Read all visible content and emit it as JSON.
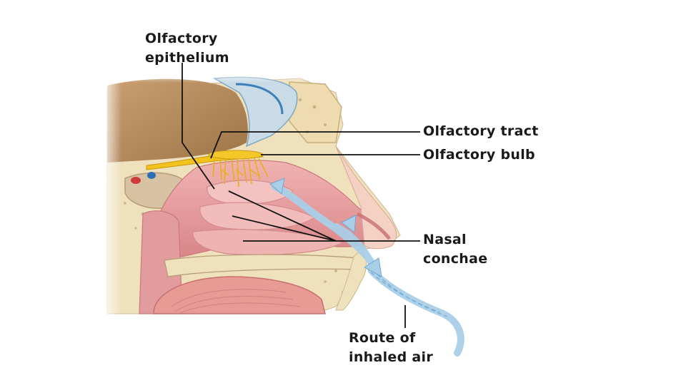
{
  "labels": {
    "olfactory_epithelium": [
      "Olfactory",
      "epithelium"
    ],
    "olfactory_tract": "Olfactory tract",
    "olfactory_bulb": "Olfactory bulb",
    "nasal_conchae": [
      "Nasal",
      "conchae"
    ],
    "route_of_inhaled_air": [
      "Route of",
      "inhaled air"
    ]
  },
  "colors": {
    "brain": "#b9905f",
    "bone": "#f0e1bd",
    "mucosa": "#e8a2a4",
    "conchae": "#f1b8b6",
    "nerve": "#f2c21d",
    "airflow": "#9fc9e6",
    "leader_line": "#111111"
  }
}
